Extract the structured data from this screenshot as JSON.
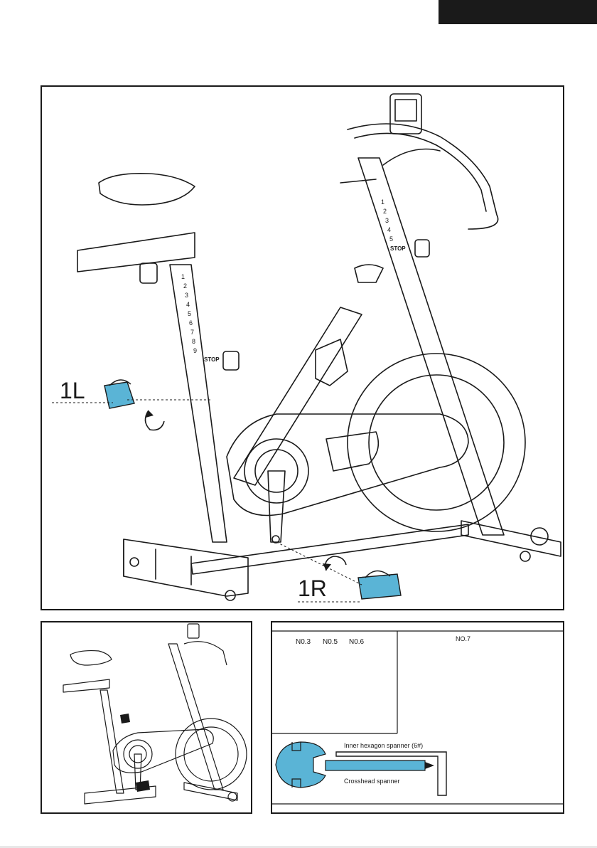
{
  "header": {
    "tab_color": "#1a1a1a"
  },
  "main": {
    "left_pedal_label": "1L",
    "right_pedal_label": "1R",
    "accent": "#5ab4d6",
    "scale_marks": [
      "1",
      "2",
      "3",
      "4",
      "5",
      "6",
      "7",
      "8",
      "9"
    ],
    "stop_label": "STOP",
    "front_scale_marks": [
      "1",
      "2",
      "3",
      "4",
      "5"
    ]
  },
  "parts": {
    "labels": [
      "N0.3",
      "N0.5",
      "N0.6"
    ],
    "no7": "NO.7",
    "hex_spanner": "Inner hexagon spanner (6#)",
    "cross_spanner": "Crosshead spanner"
  }
}
